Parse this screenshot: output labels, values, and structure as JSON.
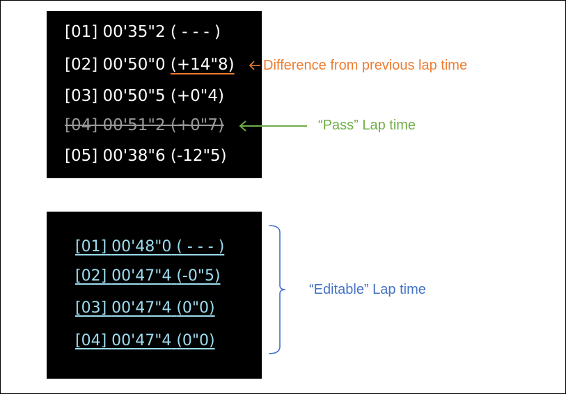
{
  "laps": [
    {
      "id": "[01]",
      "time": "00'35\"2",
      "diff": "( - - - )"
    },
    {
      "id": "[02]",
      "time": "00'50\"0",
      "diff": "(+14\"8)"
    },
    {
      "id": "[03]",
      "time": "00'50\"5",
      "diff": "(+0\"4)"
    },
    {
      "id": "[04]",
      "time": "00'51\"2",
      "diff": "(+0\"7)"
    },
    {
      "id": "[05]",
      "time": "00'38\"6",
      "diff": "(-12\"5)"
    }
  ],
  "editable_laps": [
    {
      "id": "[01]",
      "time": "00'48\"0",
      "diff": "( - - - )"
    },
    {
      "id": "[02]",
      "time": "00'47\"4",
      "diff": "(-0\"5)"
    },
    {
      "id": "[03]",
      "time": "00'47\"4",
      "diff": "(0\"0)"
    },
    {
      "id": "[04]",
      "time": "00'47\"4",
      "diff": "(0\"0)"
    }
  ],
  "annotations": {
    "difference": "Difference from previous lap time",
    "pass": "“Pass” Lap time",
    "editable": "“Editable” Lap time"
  },
  "colors": {
    "orange": "#ed7d31",
    "green": "#70ad47",
    "blue": "#4472c4",
    "editable_text": "#9cdcee",
    "pass_text": "#9a9a9a"
  }
}
